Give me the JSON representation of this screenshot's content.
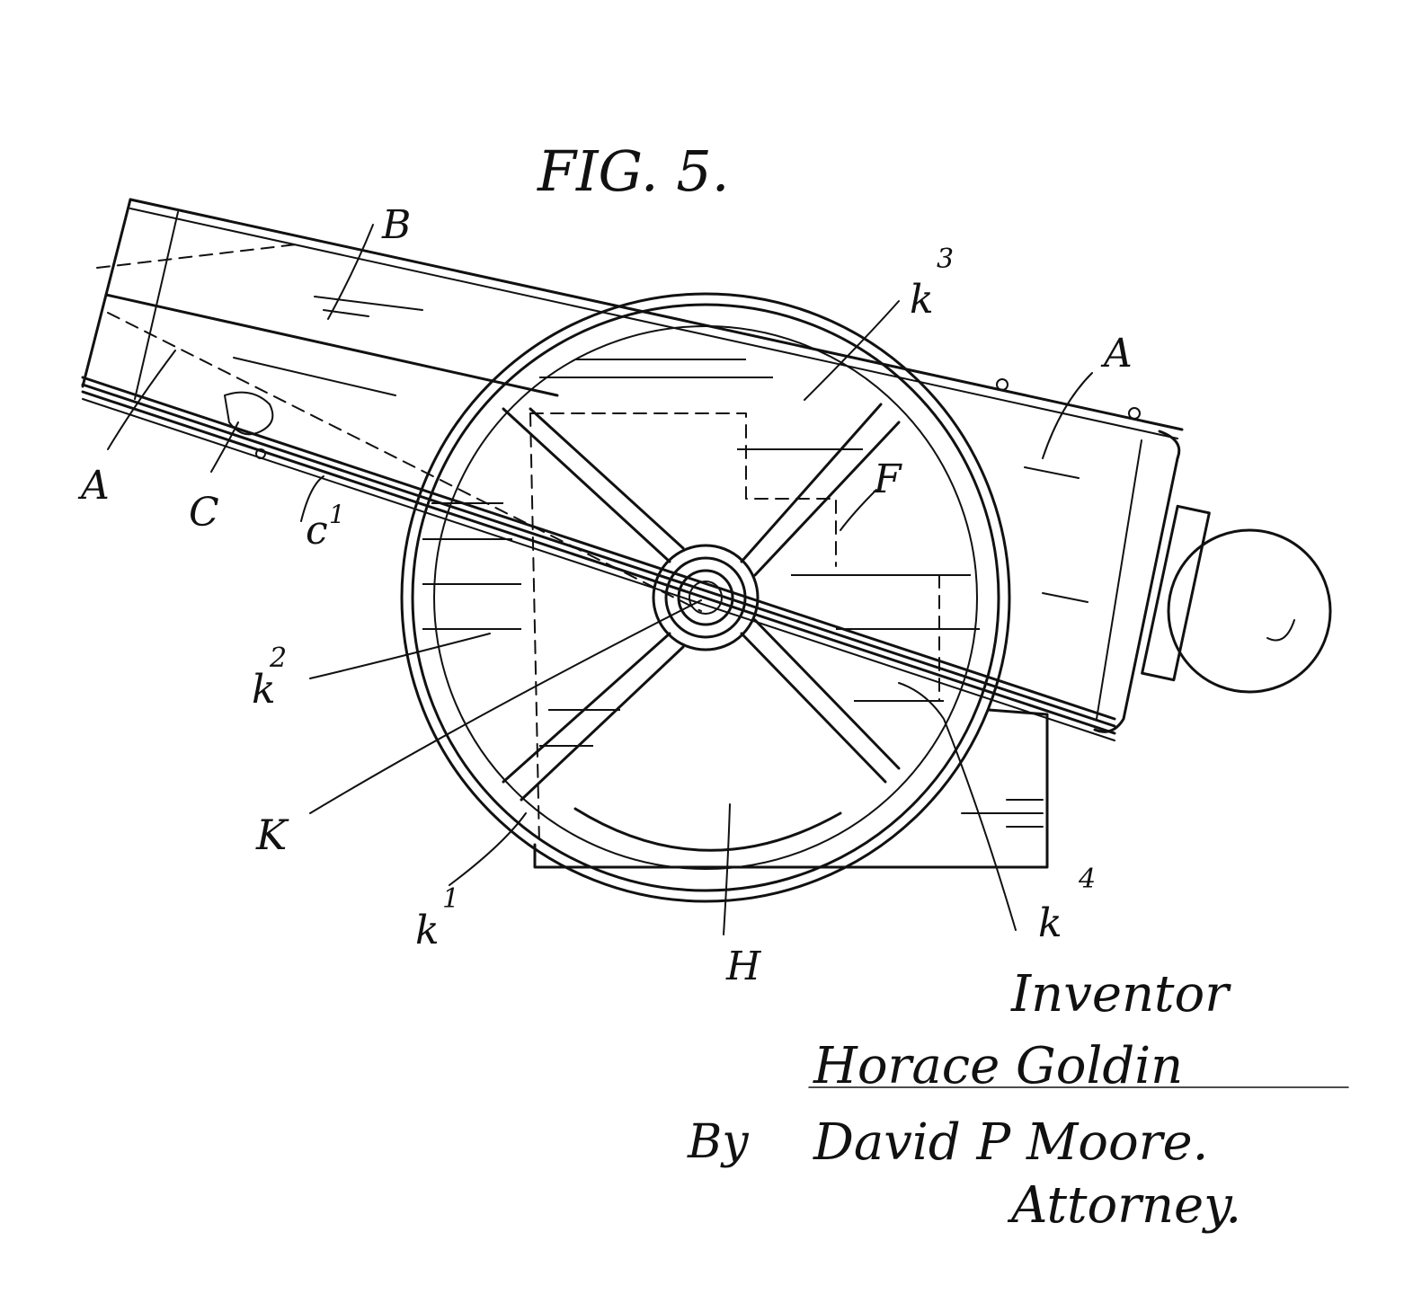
{
  "figure": {
    "title": "FIG. 5.",
    "labels": {
      "B": "B",
      "k3": "k",
      "k3_sup": "3",
      "A_right": "A",
      "A_left": "A",
      "C": "C",
      "c1": "c",
      "c1_sup": "1",
      "F": "F",
      "k2": "k",
      "k2_sup": "2",
      "K": "K",
      "k1": "k",
      "k1_sup": "1",
      "H": "H",
      "k4": "k",
      "k4_sup": "4"
    }
  },
  "signature": {
    "inventor_heading": "Inventor",
    "inventor_name": "Horace Goldin",
    "by": "By",
    "attorney_name": "David P Moore.",
    "attorney_title": "Attorney."
  }
}
